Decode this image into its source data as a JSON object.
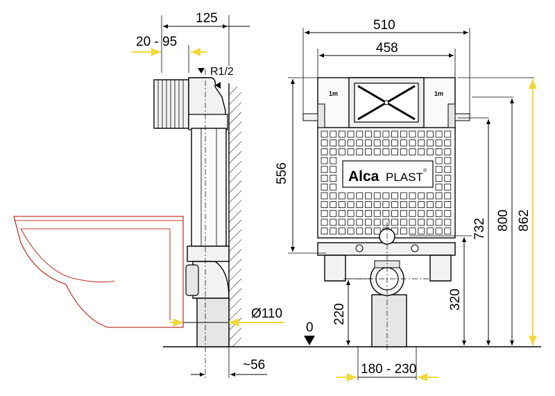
{
  "brand": {
    "name_bold": "Alca",
    "name_light": "PLAST",
    "registered": "®"
  },
  "labels": {
    "dim_125": "125",
    "dim_20_95": "20 - 95",
    "thread": "R1/2",
    "dim_510": "510",
    "dim_458": "458",
    "dim_556": "556",
    "dim_732": "732",
    "dim_800": "800",
    "dim_862": "862",
    "dim_320": "320",
    "dim_220": "220",
    "pipe_dia": "Ø110",
    "floor_zero": "0",
    "dim_56": "~56",
    "dim_180_230": "180 - 230",
    "level_left": "1m",
    "level_right": "1m"
  },
  "colors": {
    "yellow_dimension": "#f0d83a",
    "toilet_outline": "#c0392b",
    "line": "#000000",
    "part_fill": "#f2f2f2"
  },
  "icons": {
    "down_arrow": "triangle-down",
    "left_arrow": "triangle-left"
  }
}
